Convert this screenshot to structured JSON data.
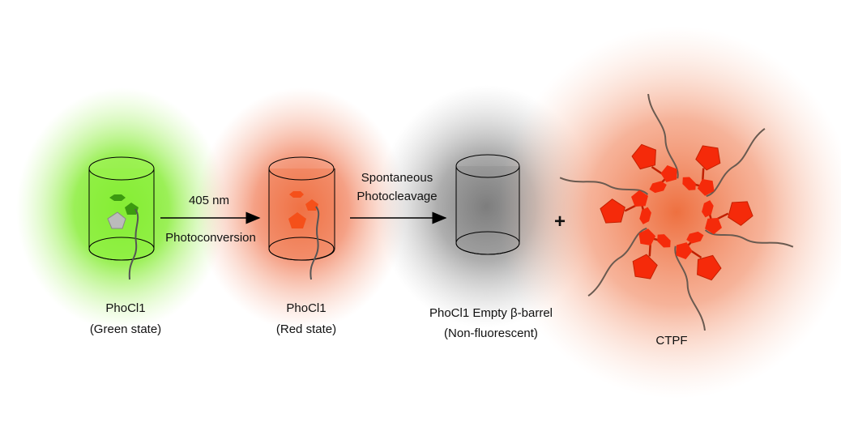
{
  "green_state": {
    "name": "PhoCl1",
    "state": "(Green state)"
  },
  "step1": {
    "wavelength": "405 nm",
    "process": "Photoconversion"
  },
  "red_state": {
    "name": "PhoCl1",
    "state": "(Red state)"
  },
  "step2": {
    "line1": "Spontaneous",
    "line2": "Photocleavage"
  },
  "empty_barrel": {
    "name": "PhoCl1 Empty β-barrel",
    "state": "(Non-fluorescent)"
  },
  "plus": "+",
  "ctpf": {
    "label": "CTPF",
    "units": 6
  },
  "colors": {
    "green": "#7fea2a",
    "red": "#f0581e",
    "gray": "#888888",
    "ctpf": "#f52a0a"
  }
}
